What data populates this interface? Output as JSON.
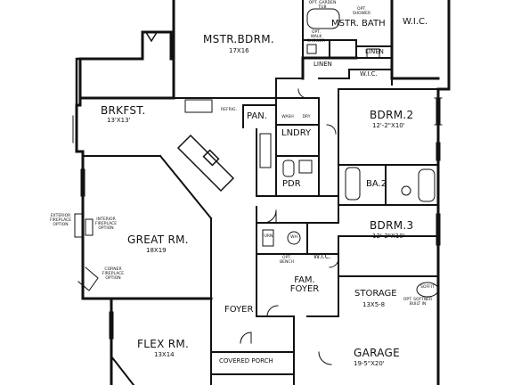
{
  "rooms": {
    "master_bedroom": {
      "name": "MSTR.BDRM.",
      "dims": "17X16"
    },
    "master_bath": {
      "name": "MSTR. BATH"
    },
    "wic_master": {
      "name": "W.I.C."
    },
    "breakfast": {
      "name": "BRKFST.",
      "dims": "13'X13'"
    },
    "great_room": {
      "name": "GREAT RM.",
      "dims": "18X19"
    },
    "flex_room": {
      "name": "FLEX RM.",
      "dims": "13X14"
    },
    "bedroom2": {
      "name": "BDRM.2",
      "dims": "12'-2\"X10'"
    },
    "bedroom3": {
      "name": "BDRM.3",
      "dims": "12'-2\"X10'"
    },
    "ba2": {
      "name": "BA.2"
    },
    "laundry": {
      "name": "LNDRY"
    },
    "pantry": {
      "name": "PAN."
    },
    "powder": {
      "name": "PDR"
    },
    "wic_bdrm2": {
      "name": "W.I.C."
    },
    "wic_bdrm3": {
      "name": "W.I.C."
    },
    "linen1": {
      "name": "LINEN"
    },
    "linen2": {
      "name": "LINEN"
    },
    "fam_foyer": {
      "name": "FAM. FOYER"
    },
    "foyer": {
      "name": "FOYER"
    },
    "covered_porch": {
      "name": "COVERED PORCH"
    },
    "storage": {
      "name": "STORAGE",
      "dims": "13X5-8"
    },
    "garage": {
      "name": "GARAGE",
      "dims": "19-5\"X20'"
    }
  },
  "notes": {
    "garden_tub": "OPT. GARDEN TUB",
    "opt_shower": "OPT. SHOWER",
    "opt_walk_shower": "OPT. WALK SHOWER",
    "refrig": "REFRIG.",
    "washer": "WASH",
    "dryer": "DRY",
    "furn": "FURN",
    "wh": "WH",
    "opt_bench": "OPT. BENCH",
    "exterior_fireplace": "EXTERIOR FIREPLACE OPTION",
    "interior_fireplace": "INTERIOR FIREPLACE OPTION",
    "corner_fireplace": "CORNER FIREPLACE OPTION",
    "soffit": "SOFFIT",
    "opt_softner": "OPT. SOFTNER BUILT IN"
  }
}
